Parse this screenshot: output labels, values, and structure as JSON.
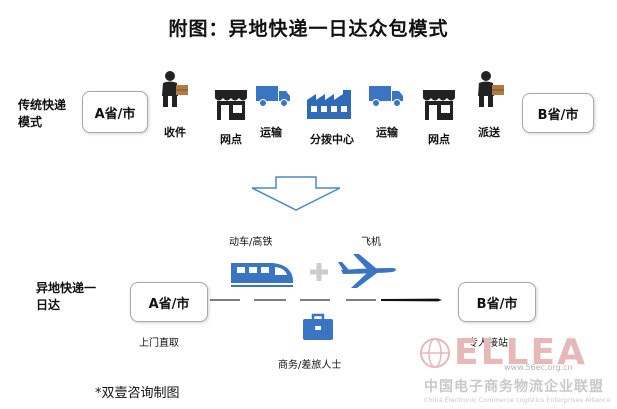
{
  "title": "附图：异地快递一日达众包模式",
  "traditional": {
    "label": "传统快递模式",
    "origin": "A省/市",
    "destination": "B省/市",
    "steps": [
      "收件",
      "网点",
      "运输",
      "分拨中心",
      "运输",
      "网点",
      "派送"
    ],
    "icons": [
      "courier-icon",
      "store-icon",
      "truck-icon",
      "factory-icon",
      "truck-icon",
      "store-icon",
      "courier-icon"
    ]
  },
  "oneday": {
    "label": "异地快递一日达",
    "origin": "A省/市",
    "destination": "B省/市",
    "pickup": "上门直取",
    "delivery": "专人接站",
    "train": "动车/高铁",
    "plane": "飞机",
    "traveler": "商务/差旅人士"
  },
  "footnote": "*双壹咨询制图",
  "watermark": {
    "logo": "ELLEA",
    "url": "www.56ec.org.cn",
    "cn": "中国电子商务物流企业联盟",
    "en": "China Electronic Commerce Logistics Enterprises Alliance"
  },
  "colors": {
    "icon_blue": "#3a75c4",
    "icon_dark": "#222222",
    "arrow_outline": "#4f87c6",
    "plus": "#cccccc"
  }
}
